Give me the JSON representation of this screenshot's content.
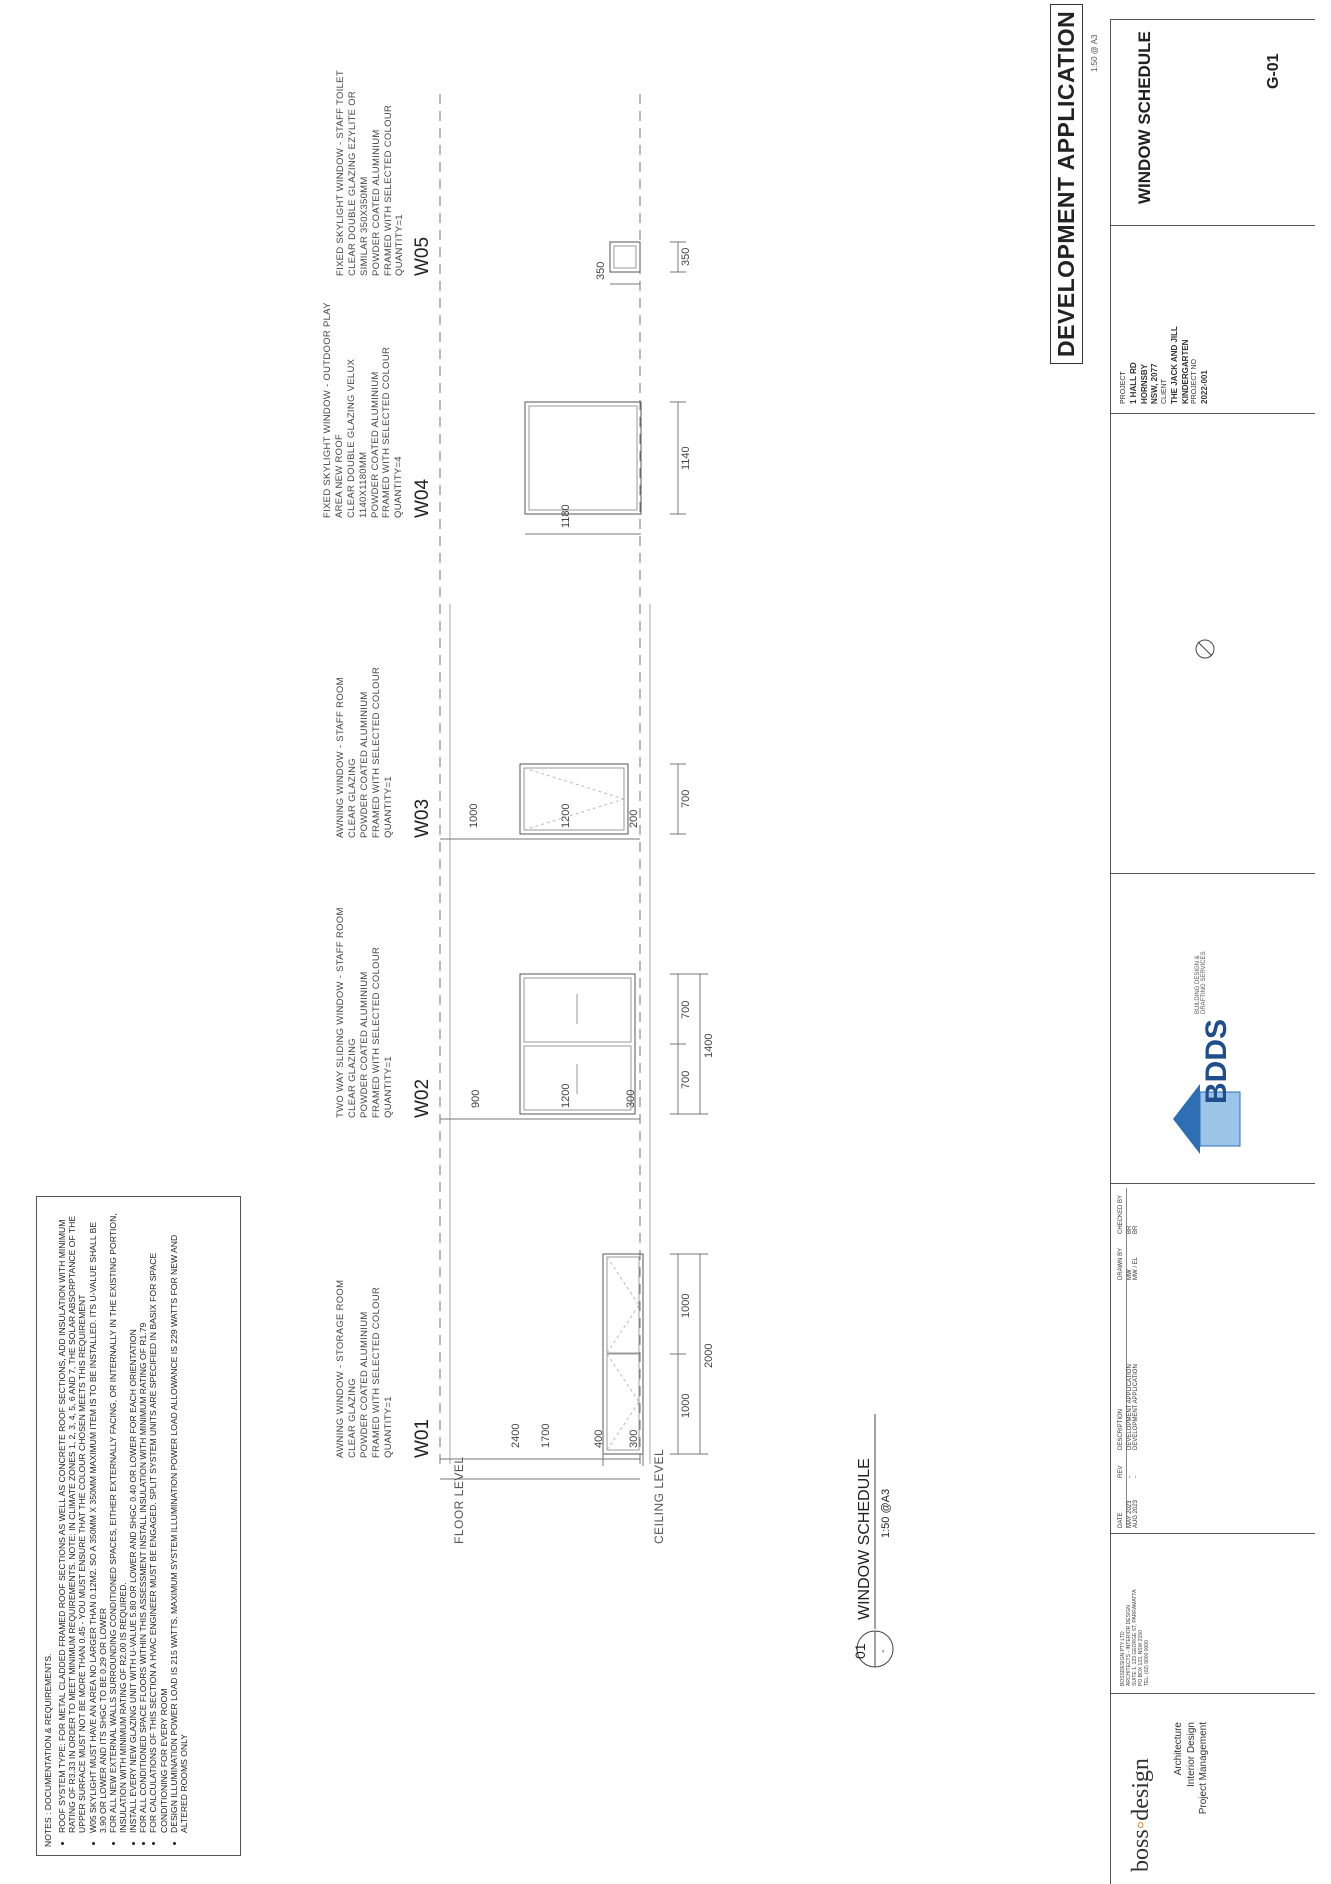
{
  "notes": {
    "title": "NOTES : DOCUMENTATION & REQUIREMENTS.",
    "items": [
      "ROOF SYSTEM TYPE: FOR METAL CLADDED FRAMED ROOF SECTIONS AS WELL AS CONCRETE ROOF SECTIONS, ADD INSULATION WITH MINIMUM RATING OF R3.33 IN ORDER TO MEET MINIMUM REQUIREMENTS. NOTE: IN CLIMATE ZONES 1, 2, 3, 4, 5, 6 AND 7, THE SOLAR ABSORPTANCE OF THE UPPER SURFACE MUST NOT BE MORE THAN 0.45 - YOU MUST ENSURE THAT THE COLOUR CHOSEN MEETS THIS REQUIREMENT",
      "W05 SKYLIGHT MUST HAVE AN AREA NO LARGER THAN 0.12M2. SO A 350MM X 350MM MAXIMUM ITEM IS TO BE INSTALLED. ITS U-VALUE SHALL BE 3.90 OR LOWER AND ITS SHGC TO BE 0.29 OR LOWER",
      "FOR ALL NEW EXTERNAL WALLS SURROUNDING CONDITIONED SPACES, EITHER EXTERNALLY FACING, OR INTERNALLY IN THE EXISTING PORTION, INSULATION WITH MINIMUM RATING OF R2.00 IS REQUIRED.",
      "INSTALL EVERY NEW GLAZING UNIT WITH U-VALUE 5.80 OR LOWER AND SHGC 0.40 OR LOWER FOR EACH ORIENTATION",
      "FOR ALL CONDITIONED SPACE FLOORS WITHIN THIS ASSESSMENT INSTALL INSULATION WITH MINIMUM RATING OF R1.79",
      "FOR CALCULATIONS OF THIS SECTION A HVAC ENGINEER MUST BE ENGAGED. SPLIT SYSTEM UNITS ARE SPECIFIED IN BASIX FOR SPACE CONDITIONING FOR EVERY ROOM",
      "DESIGN ILLUMINATION POWER LOAD IS 215 WATTS. MAXIMUM SYSTEM ILLUMINATION POWER LOAD ALLOWANCE IS 229 WATTS FOR NEW AND ALTERED ROOMS ONLY"
    ]
  },
  "levels": {
    "ceiling": "CEILING LEVEL",
    "floor": "FLOOR LEVEL"
  },
  "windows": [
    {
      "id": "W01",
      "desc": "AWNING WINDOW - STORAGE ROOM\nCLEAR GLAZING\nPOWDER COATED ALUMINIUM\nFRAMED WITH SELECTED COLOUR\nQUANTITY=1",
      "dims": {
        "w_total": "2000",
        "w_a": "1000",
        "w_b": "1000",
        "h_top": "300",
        "h_win": "400",
        "h_bot": "1700",
        "h_total": "2400"
      }
    },
    {
      "id": "W02",
      "desc": "TWO WAY SLIDING WINDOW - STAFF ROOM\nCLEAR GLAZING\nPOWDER COATED ALUMINIUM\nFRAMED WITH SELECTED COLOUR\nQUANTITY=1",
      "dims": {
        "w_total": "1400",
        "w_a": "700",
        "w_b": "700",
        "h_top": "300",
        "h_win": "1200",
        "h_bot": "900"
      }
    },
    {
      "id": "W03",
      "desc": "AWNING WINDOW - STAFF ROOM\nCLEAR GLAZING\nPOWDER COATED ALUMINIUM\nFRAMED WITH SELECTED COLOUR\nQUANTITY=1",
      "dims": {
        "w_total": "700",
        "h_top": "200",
        "h_win": "1200",
        "h_bot": "1000"
      }
    },
    {
      "id": "W04",
      "desc": "FIXED SKYLIGHT WINDOW - OUTDOOR PLAY\nAREA NEW ROOF\nCLEAR DOUBLE GLAZING VELUX\n1140X1180MM\nPOWDER COATED ALUMINIUM\nFRAMED WITH SELECTED COLOUR\nQUANTITY=4",
      "dims": {
        "w_total": "1140",
        "h_win": "1180"
      }
    },
    {
      "id": "W05",
      "desc": "FIXED SKYLIGHT WINDOW - STAFF TOILET\nCLEAR DOUBLE GLAZING EZYLITE OR\nSIMILAR 350X350MM\nPOWDER COATED ALUMINIUM\nFRAMED WITH SELECTED COLOUR\nQUANTITY=1",
      "dims": {
        "w_total": "350",
        "h_win": "350"
      }
    }
  ],
  "drawing": {
    "number": "01",
    "ref": "-",
    "title": "WINDOW SCHEDULE",
    "scale": "1:50 @A3"
  },
  "company": {
    "logo_a": "boss",
    "logo_b": "design",
    "services": [
      "Architecture",
      "Interior Design",
      "Project Management"
    ],
    "address": "BOSSDESIGN PTY LTD\nARCHITECTS - INTERIOR DESIGN\nSUITE 1, 123 GEORGE ST, PARRAMATTA\nPO BOX 123, NSW 2150\nTEL: (02) 9000 0000"
  },
  "revisions": {
    "headers": [
      "DATE",
      "REV",
      "DESCRIPTION",
      "DRAWN BY",
      "CHECKED BY"
    ],
    "rows": [
      [
        "MAY 2023",
        "-",
        "DEVELOPMENT APPLICATION",
        "MW",
        "BR"
      ],
      [
        "AUG 2023",
        "-",
        "DEVELOPMENT APPLICATION",
        "MW / EL",
        "BR"
      ]
    ]
  },
  "consultant": {
    "name": "BDDS",
    "sub": "BUILDING DESIGN & DRAFTING SERVICES"
  },
  "project": {
    "project_label": "PROJECT",
    "address_1": "1 HALL RD",
    "address_2": "HORNSBY",
    "address_3": "NSW, 2077",
    "client_label": "CLIENT",
    "client_1": "THE JACK AND JILL",
    "client_2": "KINDERGARTEN",
    "number_label": "PROJECT NO",
    "number": "2022-001"
  },
  "title_block": {
    "status": "DEVELOPMENT APPLICATION",
    "scale": "1:50 @ A3",
    "sheet_title": "WINDOW SCHEDULE",
    "sheet_number": "G-01"
  }
}
